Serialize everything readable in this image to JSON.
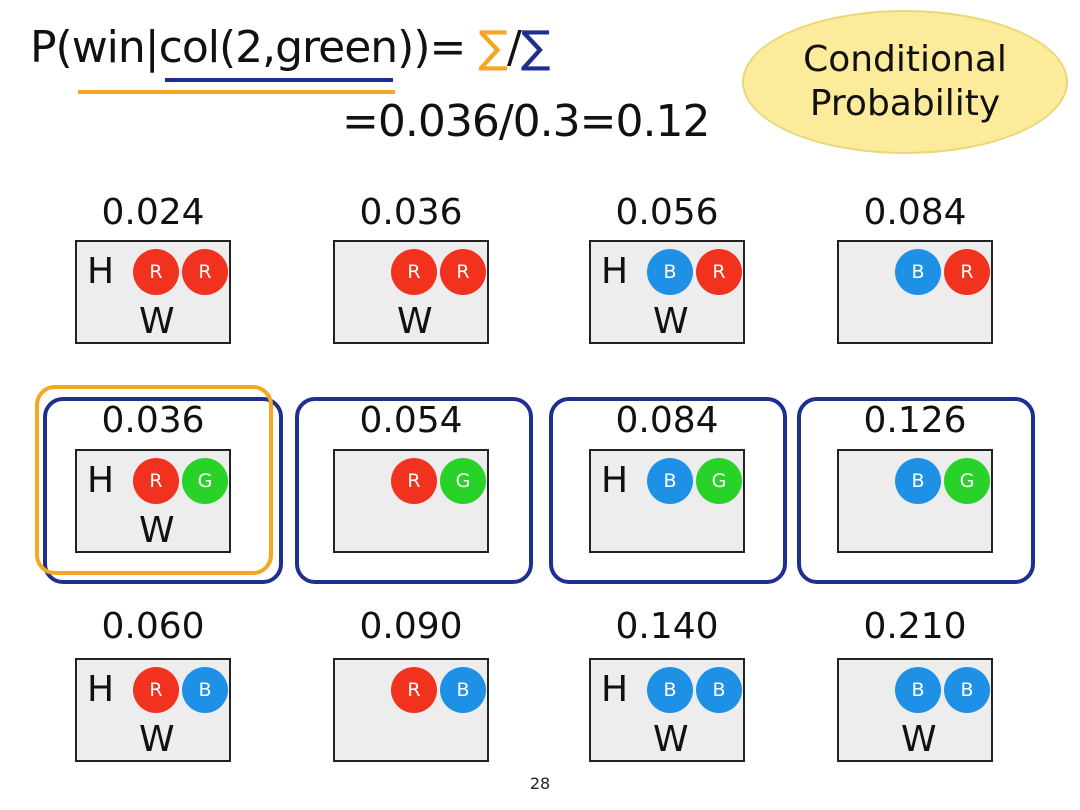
{
  "formula": {
    "prefix": "P(win|col(2,green))= ",
    "sigma_orange": "∑",
    "slash": "/",
    "sigma_blue": "∑",
    "result": "=0.036/0.3=0.12"
  },
  "badge": {
    "line1": "Conditional",
    "line2": "Probability"
  },
  "colors": {
    "red": "#f0321e",
    "blue": "#1e90e6",
    "green": "#28d228",
    "frame_blue": "#1f2f8f",
    "frame_orange": "#f5a623"
  },
  "cells": [
    {
      "prob": "0.024",
      "h": "H",
      "w": "W",
      "balls": [
        {
          "label": "R",
          "color": "red"
        },
        {
          "label": "R",
          "color": "red"
        }
      ]
    },
    {
      "prob": "0.036",
      "h": "",
      "w": "W",
      "balls": [
        {
          "label": "R",
          "color": "red"
        },
        {
          "label": "R",
          "color": "red"
        }
      ]
    },
    {
      "prob": "0.056",
      "h": "H",
      "w": "W",
      "balls": [
        {
          "label": "B",
          "color": "blue"
        },
        {
          "label": "R",
          "color": "red"
        }
      ]
    },
    {
      "prob": "0.084",
      "h": "",
      "w": "",
      "balls": [
        {
          "label": "B",
          "color": "blue"
        },
        {
          "label": "R",
          "color": "red"
        }
      ]
    },
    {
      "prob": "0.036",
      "h": "H",
      "w": "W",
      "balls": [
        {
          "label": "R",
          "color": "red"
        },
        {
          "label": "G",
          "color": "green"
        }
      ]
    },
    {
      "prob": "0.054",
      "h": "",
      "w": "",
      "balls": [
        {
          "label": "R",
          "color": "red"
        },
        {
          "label": "G",
          "color": "green"
        }
      ]
    },
    {
      "prob": "0.084",
      "h": "H",
      "w": "",
      "balls": [
        {
          "label": "B",
          "color": "blue"
        },
        {
          "label": "G",
          "color": "green"
        }
      ]
    },
    {
      "prob": "0.126",
      "h": "",
      "w": "",
      "balls": [
        {
          "label": "B",
          "color": "blue"
        },
        {
          "label": "G",
          "color": "green"
        }
      ]
    },
    {
      "prob": "0.060",
      "h": "H",
      "w": "W",
      "balls": [
        {
          "label": "R",
          "color": "red"
        },
        {
          "label": "B",
          "color": "blue"
        }
      ]
    },
    {
      "prob": "0.090",
      "h": "",
      "w": "",
      "balls": [
        {
          "label": "R",
          "color": "red"
        },
        {
          "label": "B",
          "color": "blue"
        }
      ]
    },
    {
      "prob": "0.140",
      "h": "H",
      "w": "W",
      "balls": [
        {
          "label": "B",
          "color": "blue"
        },
        {
          "label": "B",
          "color": "blue"
        }
      ]
    },
    {
      "prob": "0.210",
      "h": "",
      "w": "W",
      "balls": [
        {
          "label": "B",
          "color": "blue"
        },
        {
          "label": "B",
          "color": "blue"
        }
      ]
    }
  ],
  "page_number": "28"
}
